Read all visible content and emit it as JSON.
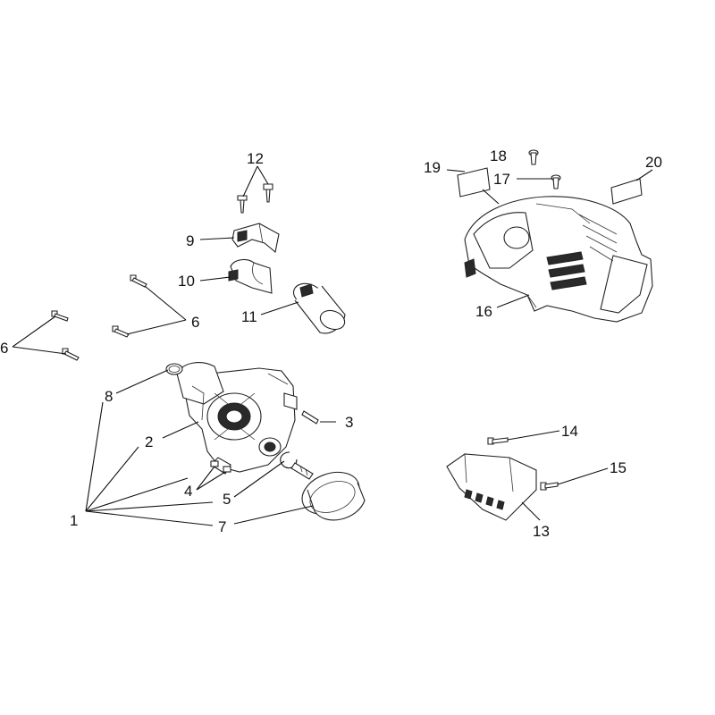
{
  "callouts": [
    {
      "id": "1",
      "text": "1"
    },
    {
      "id": "2",
      "text": "2"
    },
    {
      "id": "3",
      "text": "3"
    },
    {
      "id": "4",
      "text": "4"
    },
    {
      "id": "5",
      "text": "5"
    },
    {
      "id": "6a",
      "text": "6"
    },
    {
      "id": "6b",
      "text": "6"
    },
    {
      "id": "7",
      "text": "7"
    },
    {
      "id": "8",
      "text": "8"
    },
    {
      "id": "9",
      "text": "9"
    },
    {
      "id": "10",
      "text": "10"
    },
    {
      "id": "11",
      "text": "11"
    },
    {
      "id": "12",
      "text": "12"
    },
    {
      "id": "13",
      "text": "13"
    },
    {
      "id": "14",
      "text": "14"
    },
    {
      "id": "15",
      "text": "15"
    },
    {
      "id": "16",
      "text": "16"
    },
    {
      "id": "17",
      "text": "17"
    },
    {
      "id": "18",
      "text": "18"
    },
    {
      "id": "19",
      "text": "19"
    },
    {
      "id": "20",
      "text": "20"
    }
  ]
}
